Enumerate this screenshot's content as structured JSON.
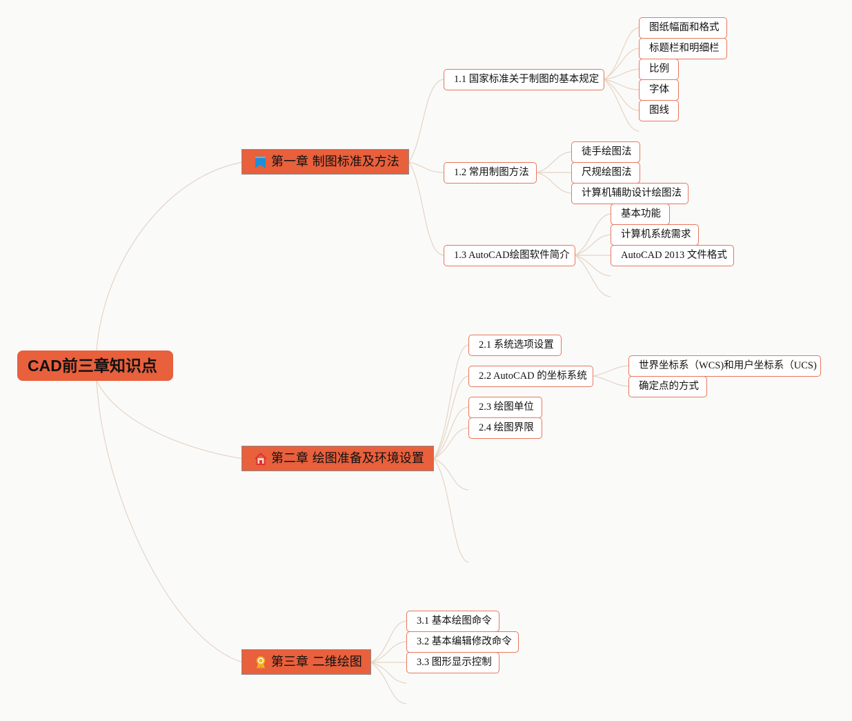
{
  "root": {
    "label": "CAD前三章知识点"
  },
  "chapters": [
    {
      "label": "第一章 制图标准及方法",
      "icon": "book-icon",
      "sections": [
        {
          "label": "1.1 国家标准关于制图的基本规定",
          "items": [
            "图纸幅面和格式",
            "标题栏和明细栏",
            "比例",
            "字体",
            "图线"
          ]
        },
        {
          "label": "1.2 常用制图方法",
          "items": [
            "徒手绘图法",
            "尺规绘图法",
            "计算机辅助设计绘图法"
          ]
        },
        {
          "label": "1.3 AutoCAD绘图软件简介",
          "items": [
            "基本功能",
            "计算机系统需求",
            "AutoCAD 2013 文件格式"
          ]
        }
      ]
    },
    {
      "label": "第二章 绘图准备及环境设置",
      "icon": "house-icon",
      "sections": [
        {
          "label": "2.1 系统选项设置",
          "items": []
        },
        {
          "label": "2.2 AutoCAD 的坐标系统",
          "items": [
            "世界坐标系（WCS)和用户坐标系（UCS)",
            "确定点的方式"
          ]
        },
        {
          "label": "2.3 绘图单位",
          "items": []
        },
        {
          "label": "2.4 绘图界限",
          "items": []
        }
      ]
    },
    {
      "label": "第三章 二维绘图",
      "icon": "award-icon",
      "sections": [
        {
          "label": "3.1 基本绘图命令",
          "items": []
        },
        {
          "label": "3.2 基本编辑修改命令",
          "items": []
        },
        {
          "label": "3.3 图形显示控制",
          "items": []
        }
      ]
    }
  ]
}
